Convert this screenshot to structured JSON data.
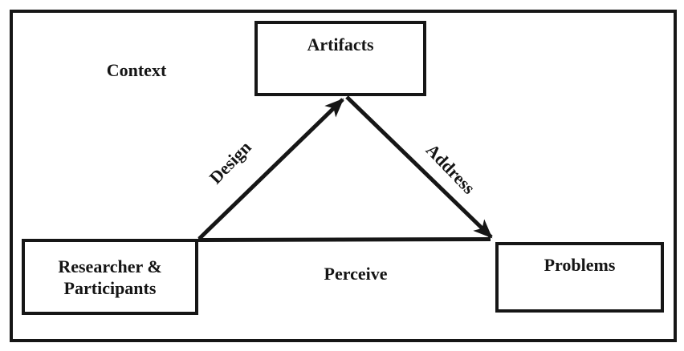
{
  "diagram": {
    "context_label": "Context",
    "nodes": {
      "artifacts": {
        "label": "Artifacts"
      },
      "researcher_participants": {
        "line1": "Researcher &",
        "line2": "Participants"
      },
      "problems": {
        "label": "Problems"
      }
    },
    "edges": {
      "design": {
        "label": "Design",
        "from": "researcher_participants",
        "to": "artifacts",
        "arrowhead": "end"
      },
      "address": {
        "label": "Address",
        "from": "artifacts",
        "to": "problems",
        "arrowhead": "end"
      },
      "perceive": {
        "label": "Perceive",
        "from": "researcher_participants",
        "to": "problems",
        "arrowhead": "none"
      }
    },
    "colors": {
      "ink": "#161616",
      "text": "#151515",
      "background": "#ffffff"
    }
  }
}
